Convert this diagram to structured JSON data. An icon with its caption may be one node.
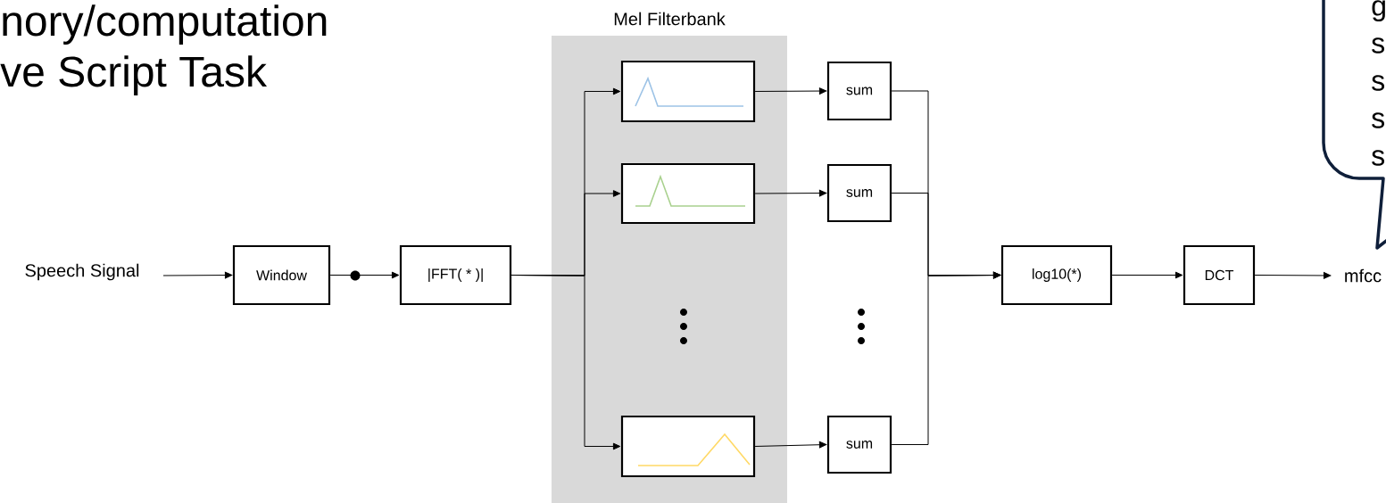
{
  "diagram": {
    "nodes": [
      {
        "text": [
          "Speech Signal"
        ]
      },
      {
        "text": [
          "Window"
        ]
      },
      {
        "text": [
          "|FFT( * )|"
        ]
      },
      {
        "text": [
          "Mel Filterbank"
        ]
      },
      {
        "text": [],
        "shape": "box",
        "in": 3
      },
      {
        "text": [],
        "shape": "box",
        "in": 3
      },
      {
        "text": [],
        "shape": "box",
        "in": 3
      },
      {
        "text": [
          "sum"
        ]
      },
      {
        "text": [
          "sum"
        ]
      },
      {
        "text": [
          "sum"
        ]
      },
      {
        "text": [
          "log10(*)"
        ]
      },
      {
        "text": [
          "DCT"
        ]
      },
      {
        "text": [
          "mfcc"
        ]
      },
      {
        "text": [
          "g s s s s"
        ]
      }
    ],
    "edges": [
      {
        "from": 0,
        "to": 1,
        "arrow": "to"
      },
      {
        "from": 1,
        "to": 2,
        "arrow": "to"
      },
      {
        "from": 2,
        "to": 4,
        "arrow": "to"
      },
      {
        "from": 2,
        "to": 5,
        "arrow": "to"
      },
      {
        "from": 2,
        "to": 6,
        "arrow": "to"
      },
      {
        "from": 4,
        "to": 7,
        "arrow": "to"
      },
      {
        "from": 5,
        "to": 8,
        "arrow": "to"
      },
      {
        "from": 6,
        "to": 9,
        "arrow": "to"
      },
      {
        "from": 7,
        "to": 10,
        "arrow": "to"
      },
      {
        "from": 8,
        "to": 10,
        "arrow": "to"
      },
      {
        "from": 9,
        "to": 10,
        "arrow": "to"
      },
      {
        "from": 10,
        "to": 11,
        "arrow": "to"
      },
      {
        "from": 11,
        "to": 12,
        "arrow": "to"
      }
    ],
    "labels": [
      "nory/computation",
      "ve Script Task"
    ]
  }
}
